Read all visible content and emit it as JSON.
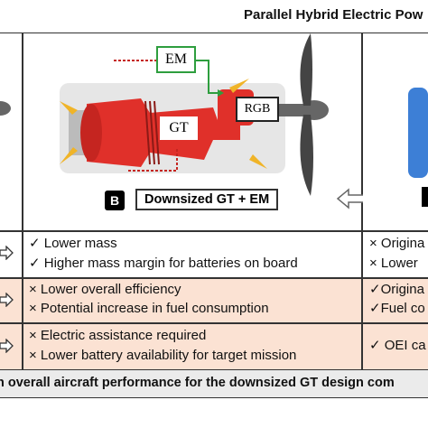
{
  "header": {
    "title": "Parallel Hybrid Electric Pow"
  },
  "figure": {
    "em_label": "EM",
    "gt_label": "GT",
    "rgb_label": "RGB",
    "badge_letter": "B",
    "caption": "Downsized GT + EM"
  },
  "rows": [
    {
      "left_lines": [
        "✓ Lower mass",
        "✓ Higher mass margin for batteries on board"
      ],
      "right_lines": [
        "× Origina",
        "× Lower"
      ]
    },
    {
      "left_lines": [
        "× Lower overall efficiency",
        "× Potential increase in fuel consumption"
      ],
      "right_lines": [
        "✓Origina",
        "✓Fuel co"
      ]
    },
    {
      "left_lines": [
        "× Electric assistance required",
        "× Lower battery availability for target mission"
      ],
      "right_lines": [
        "✓ OEI ca"
      ]
    }
  ],
  "footer": {
    "text": "n overall aircraft performance for the downsized GT design com"
  },
  "colors": {
    "gt_red": "#e0302a",
    "em_green": "#2e9e3e",
    "pro_bg": "#ffffff",
    "con_bg": "#fbe2d3"
  }
}
